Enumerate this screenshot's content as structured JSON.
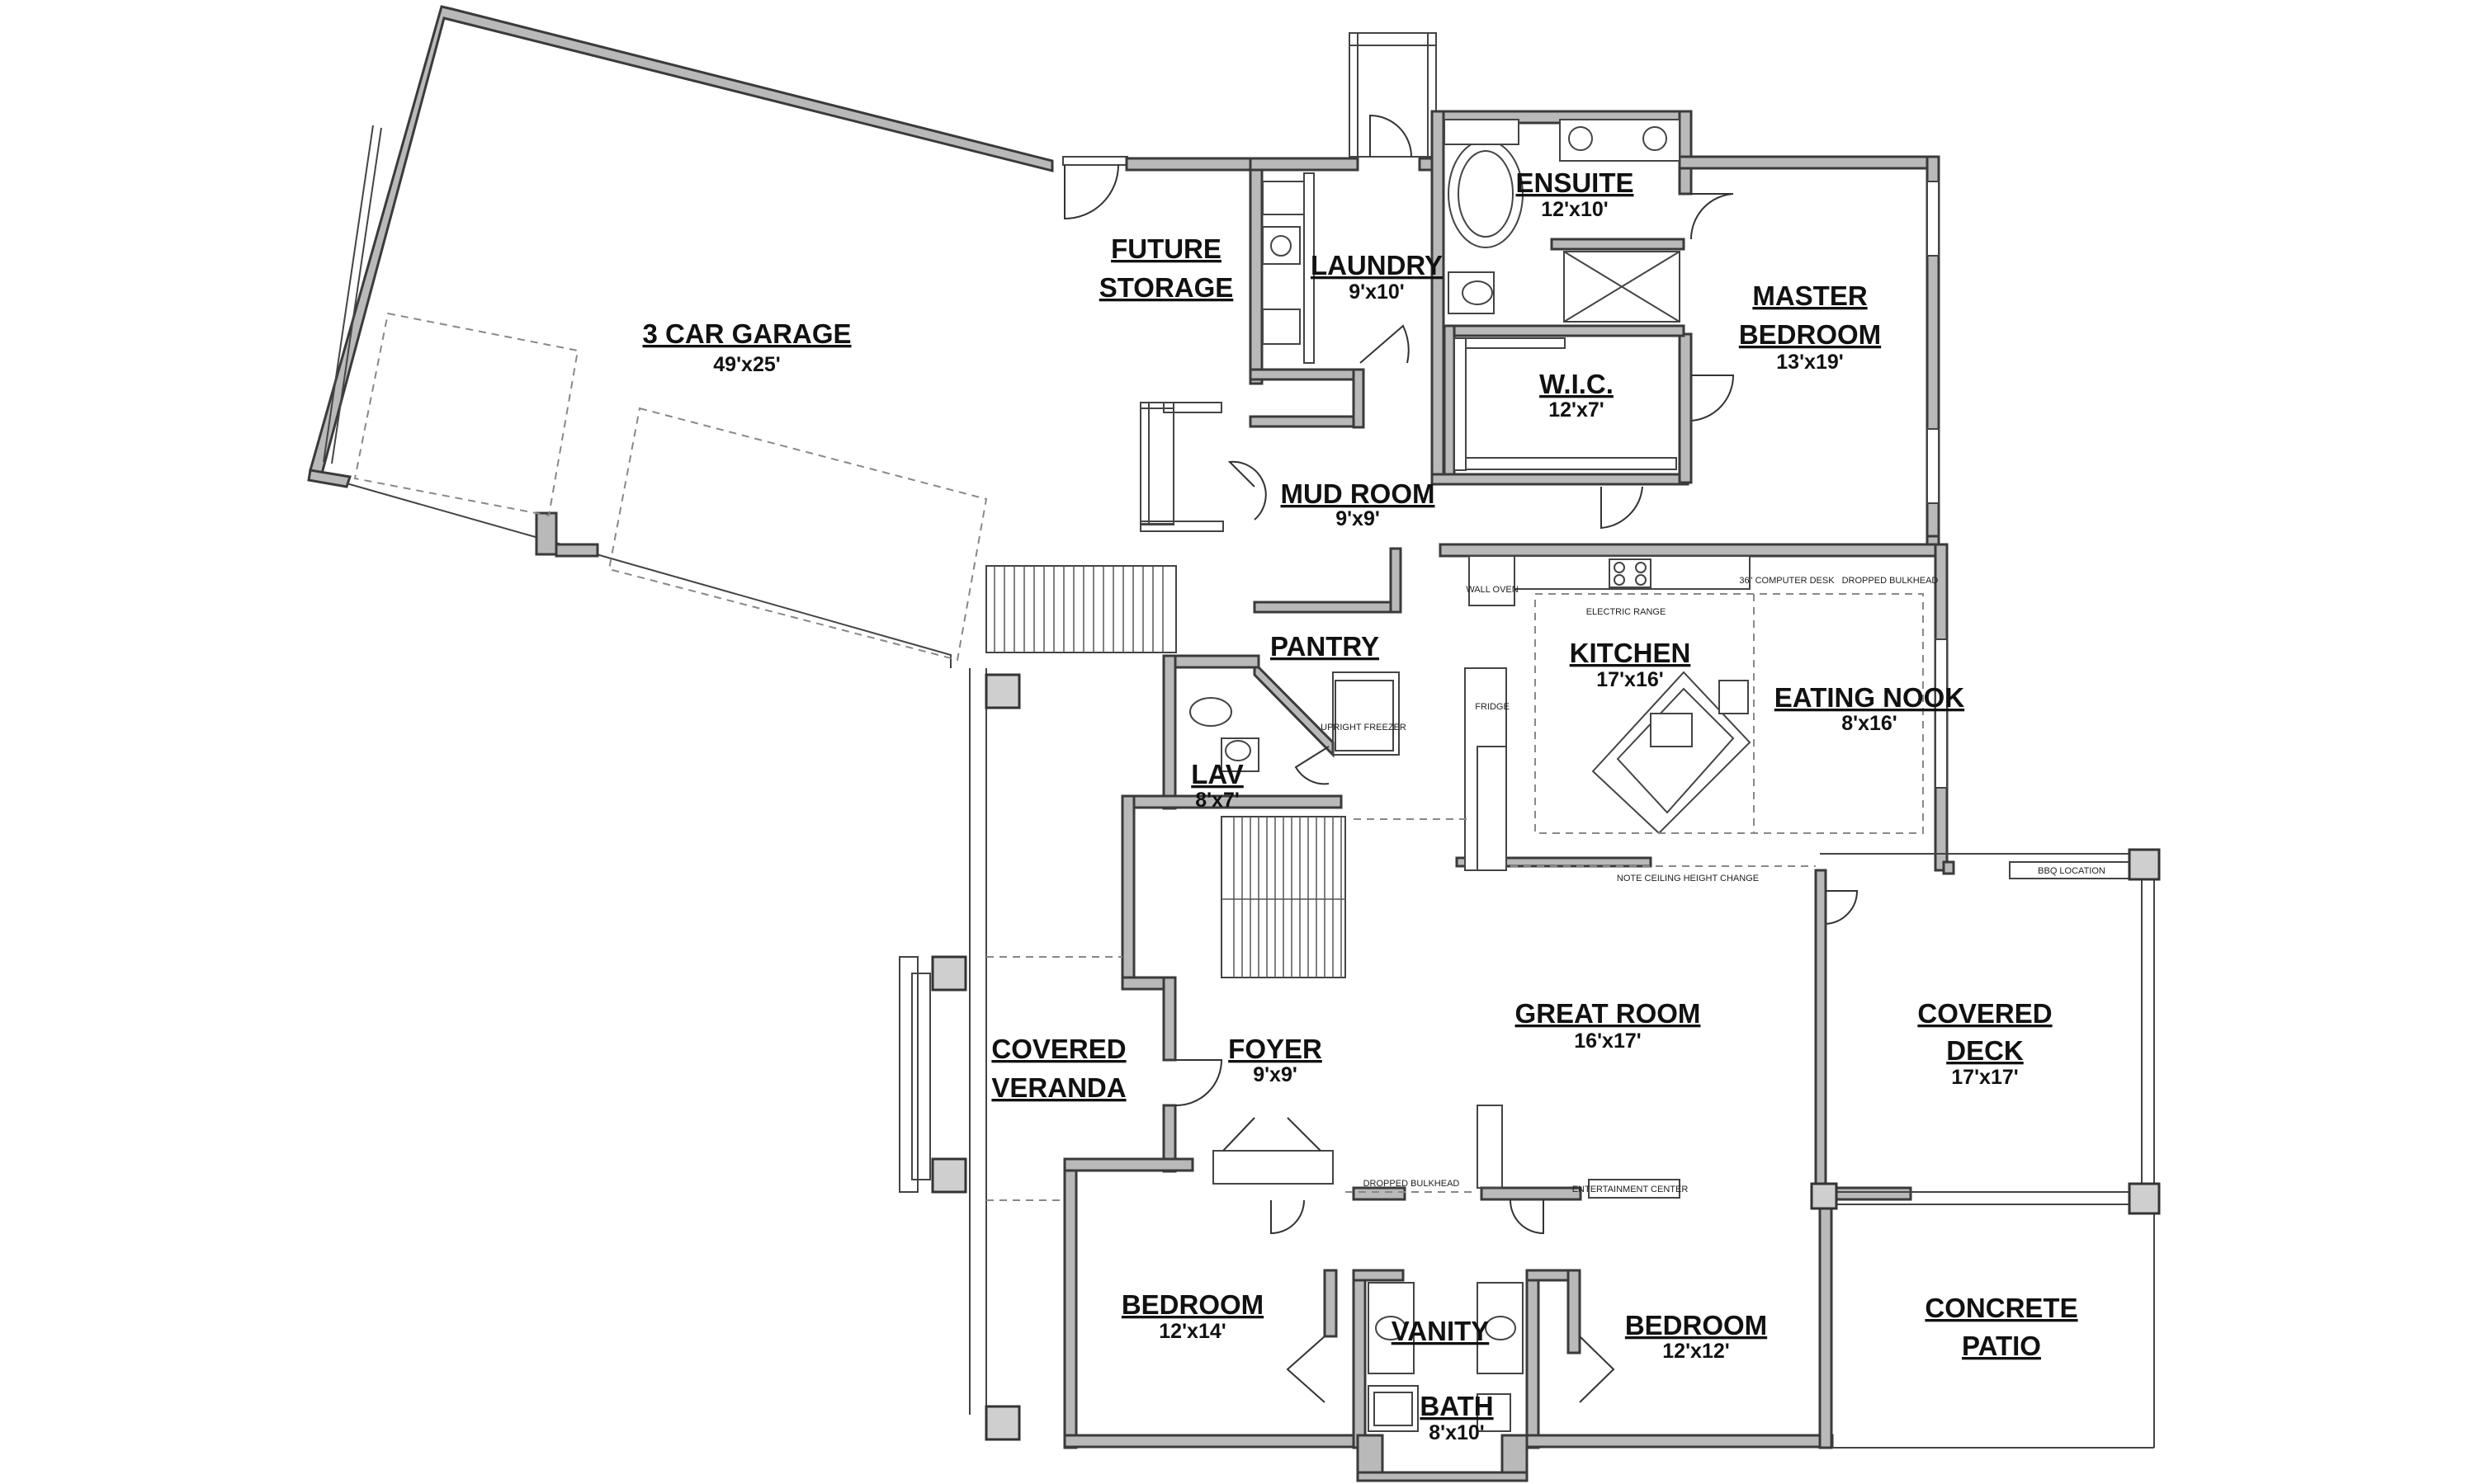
{
  "rooms": {
    "garage": {
      "name": "3 CAR GARAGE",
      "dim": "49'x25'"
    },
    "future_storage": {
      "line1": "FUTURE",
      "line2": "STORAGE"
    },
    "laundry": {
      "name": "LAUNDRY",
      "dim": "9'x10'"
    },
    "ensuite": {
      "name": "ENSUITE",
      "dim": "12'x10'"
    },
    "master_bedroom": {
      "line1": "MASTER",
      "line2": "BEDROOM",
      "dim": "13'x19'"
    },
    "wic": {
      "name": "W.I.C.",
      "dim": "12'x7'"
    },
    "mud_room": {
      "name": "MUD ROOM",
      "dim": "9'x9'"
    },
    "pantry": {
      "name": "PANTRY"
    },
    "kitchen": {
      "name": "KITCHEN",
      "dim": "17'x16'"
    },
    "eating_nook": {
      "name": "EATING NOOK",
      "dim": "8'x16'"
    },
    "lav": {
      "name": "LAV",
      "dim": "8'x7'"
    },
    "great_room": {
      "name": "GREAT ROOM",
      "dim": "16'x17'"
    },
    "covered_deck": {
      "line1": "COVERED",
      "line2": "DECK",
      "dim": "17'x17'"
    },
    "foyer": {
      "name": "FOYER",
      "dim": "9'x9'"
    },
    "covered_veranda": {
      "line1": "COVERED",
      "line2": "VERANDA"
    },
    "bedroom_left": {
      "name": "BEDROOM",
      "dim": "12'x14'"
    },
    "vanity": {
      "name": "VANITY"
    },
    "bedroom_right": {
      "name": "BEDROOM",
      "dim": "12'x12'"
    },
    "bath": {
      "name": "BATH",
      "dim": "8'x10'"
    },
    "concrete_patio": {
      "line1": "CONCRETE",
      "line2": "PATIO"
    }
  },
  "notes": {
    "wall_oven": "WALL OVEN",
    "electric_range": "ELECTRIC RANGE",
    "computer_desk": "36\" COMPUTER DESK",
    "dropped_bulkhead": "DROPPED BULKHEAD",
    "upright_freezer": "UPRIGHT FREEZER",
    "fridge": "FRIDGE",
    "ceiling_note": "NOTE CEILING HEIGHT CHANGE",
    "bbq": "BBQ LOCATION",
    "entertainment": "ENTERTAINMENT CENTER",
    "dropped_bulkhead_2": "DROPPED BULKHEAD"
  }
}
